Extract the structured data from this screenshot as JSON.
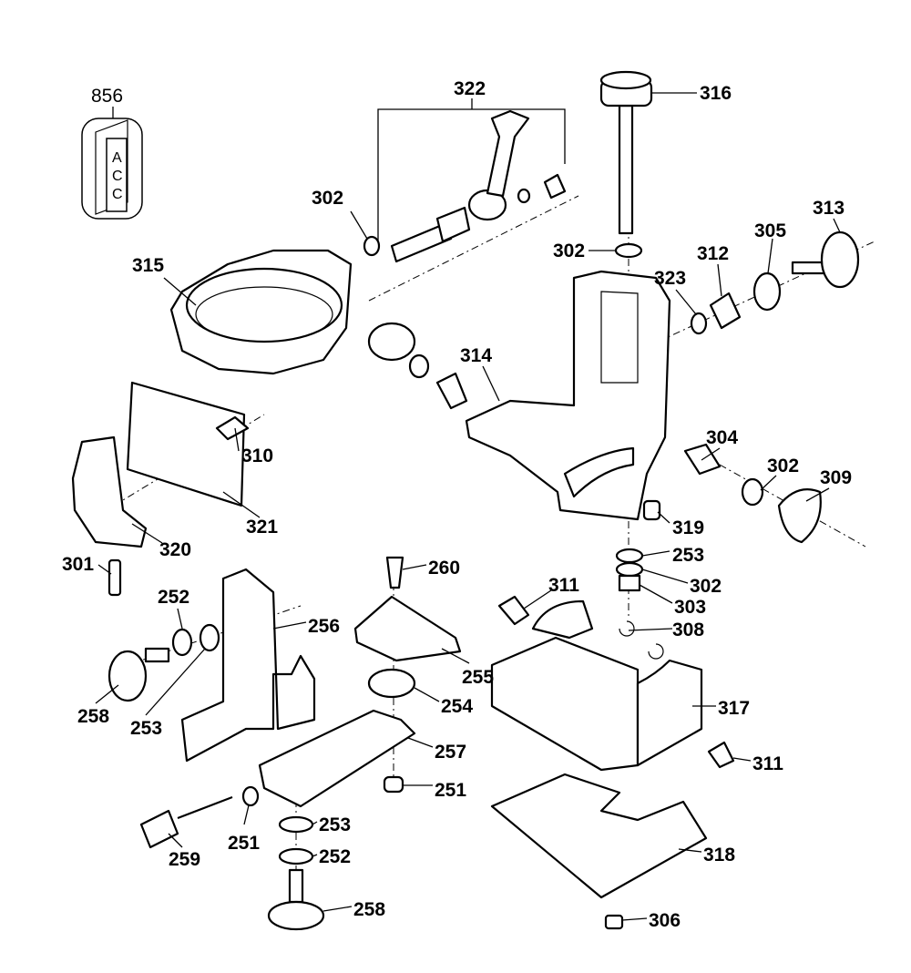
{
  "diagram": {
    "accessory_box": {
      "number": "856",
      "text": [
        "A",
        "C",
        "C"
      ]
    },
    "labels": [
      "322",
      "316",
      "302",
      "313",
      "302",
      "305",
      "312",
      "323",
      "315",
      "314",
      "310",
      "304",
      "302",
      "309",
      "321",
      "320",
      "319",
      "253",
      "301",
      "260",
      "302",
      "311",
      "252",
      "256",
      "303",
      "308",
      "258",
      "253",
      "255",
      "254",
      "317",
      "257",
      "311",
      "251",
      "251",
      "253",
      "252",
      "259",
      "318",
      "258",
      "306"
    ]
  }
}
